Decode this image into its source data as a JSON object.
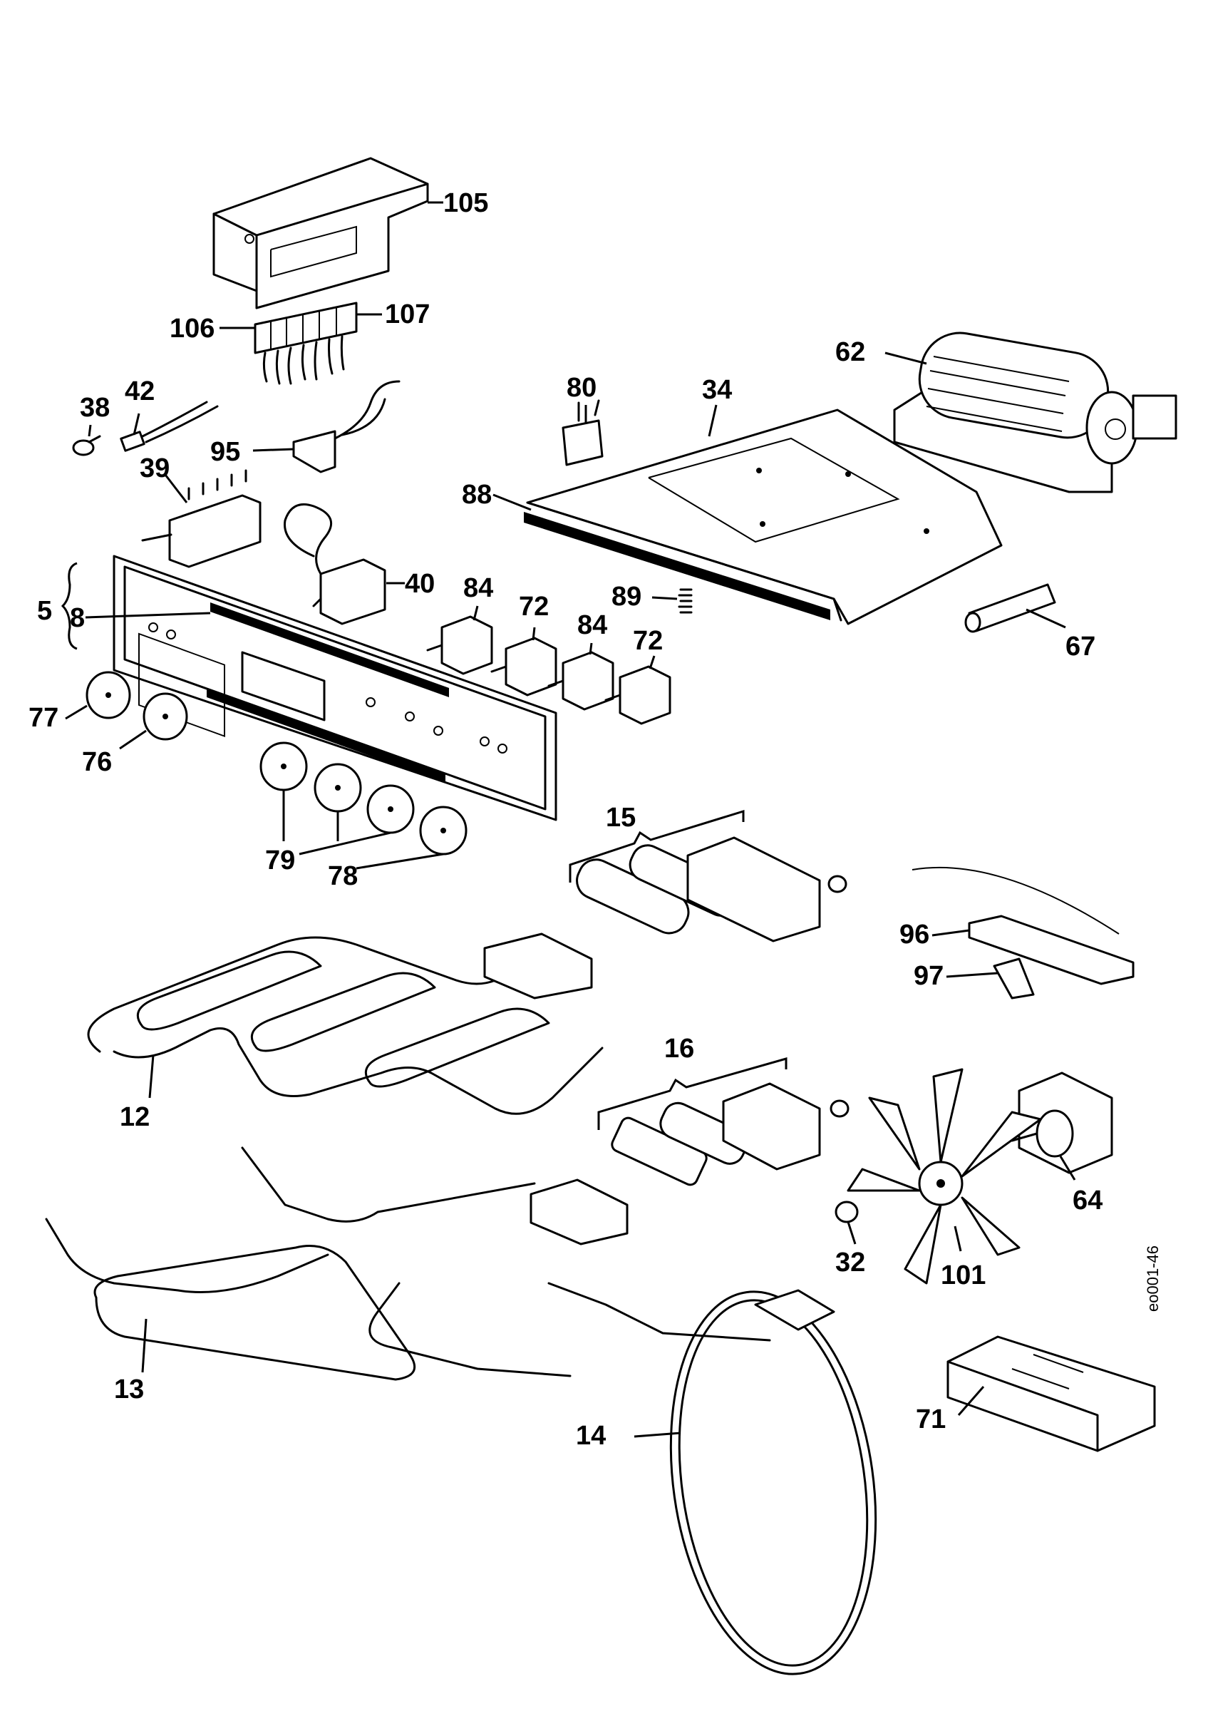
{
  "drawing_code": "eo001-46",
  "callouts": {
    "c105": "105",
    "c106": "106",
    "c107": "107",
    "c38": "38",
    "c42": "42",
    "c95": "95",
    "c80": "80",
    "c34": "34",
    "c62": "62",
    "c88": "88",
    "c39": "39",
    "c40": "40",
    "c84a": "84",
    "c72a": "72",
    "c84b": "84",
    "c72b": "72",
    "c89": "89",
    "c67": "67",
    "c5": "5",
    "c8": "8",
    "c77": "77",
    "c76": "76",
    "c79": "79",
    "c78": "78",
    "c15": "15",
    "c96": "96",
    "c97": "97",
    "c12": "12",
    "c16": "16",
    "c64": "64",
    "c32": "32",
    "c101": "101",
    "c13": "13",
    "c14": "14",
    "c71": "71"
  }
}
